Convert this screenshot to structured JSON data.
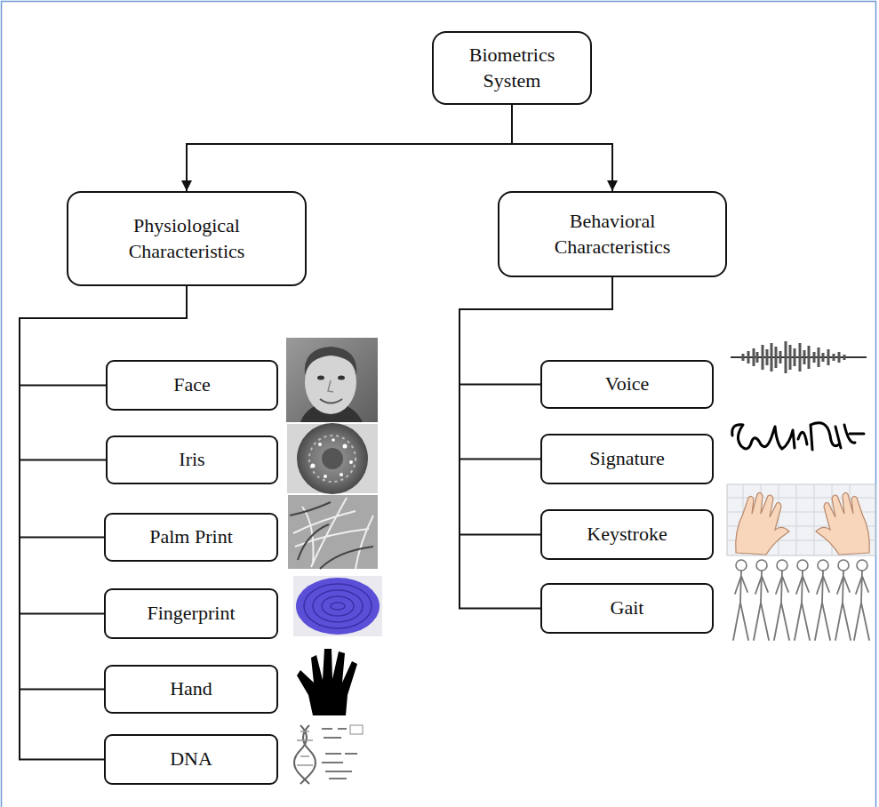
{
  "diagram": {
    "nodes": [
      {
        "text": [
          "Biometrics System"
        ]
      },
      {
        "text": [
          "Physiological Characteristics"
        ]
      },
      {
        "text": [
          "Behavioral Characteristics"
        ]
      },
      {
        "text": [
          "Face"
        ]
      },
      {
        "text": [
          "Iris"
        ]
      },
      {
        "text": [
          "Palm Print"
        ]
      },
      {
        "text": [
          "Fingerprint"
        ]
      },
      {
        "text": [
          "Hand"
        ]
      },
      {
        "text": [
          "DNA"
        ]
      },
      {
        "text": [
          "Voice"
        ]
      },
      {
        "text": [
          "Signature"
        ]
      },
      {
        "text": [
          "Keystroke"
        ]
      },
      {
        "text": [
          "Gait"
        ]
      }
    ],
    "edges": [
      {
        "from": 0,
        "to": 1,
        "arrow": "to"
      },
      {
        "from": 0,
        "to": 2,
        "arrow": "to"
      },
      {
        "from": 1,
        "to": 3,
        "arrow": "none"
      },
      {
        "from": 1,
        "to": 4,
        "arrow": "none"
      },
      {
        "from": 1,
        "to": 5,
        "arrow": "none"
      },
      {
        "from": 1,
        "to": 6,
        "arrow": "none"
      },
      {
        "from": 1,
        "to": 7,
        "arrow": "none"
      },
      {
        "from": 1,
        "to": 8,
        "arrow": "none"
      },
      {
        "from": 2,
        "to": 9,
        "arrow": "none"
      },
      {
        "from": 2,
        "to": 10,
        "arrow": "none"
      },
      {
        "from": 2,
        "to": 11,
        "arrow": "none"
      },
      {
        "from": 2,
        "to": 12,
        "arrow": "none"
      }
    ]
  }
}
